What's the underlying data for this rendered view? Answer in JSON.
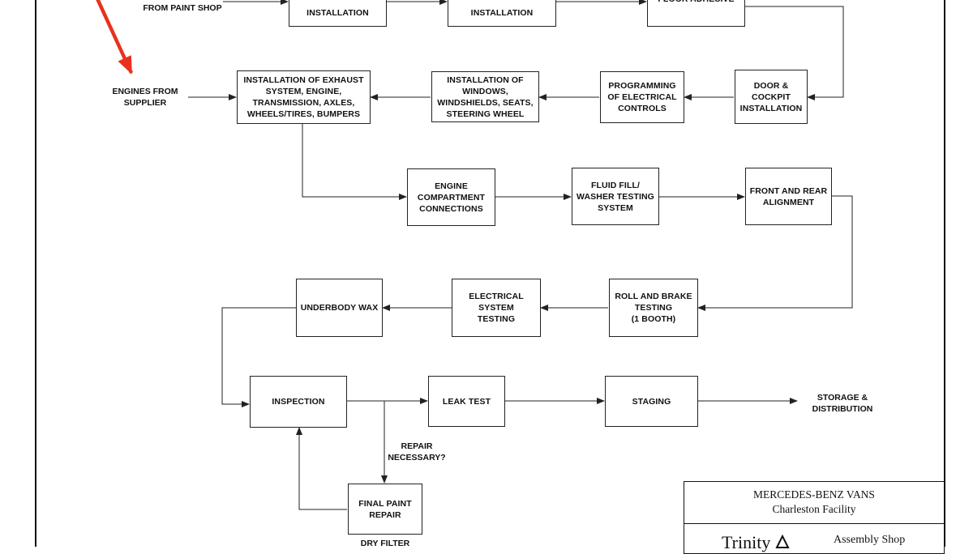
{
  "boxes": {
    "installation_a": "INSTALLATION",
    "installation_b": "INSTALLATION",
    "floor_adhesive": "FLOOR ADHESIVE",
    "exhaust_engine": "INSTALLATION OF EXHAUST\nSYSTEM, ENGINE,\nTRANSMISSION, AXLES,\nWHEELS/TIRES, BUMPERS",
    "windows_seats": "INSTALLATION OF\nWINDOWS,\nWINDSHIELDS, SEATS,\nSTEERING WHEEL",
    "programming": "PROGRAMMING\nOF ELECTRICAL\nCONTROLS",
    "door_cockpit": "DOOR &\nCOCKPIT\nINSTALLATION",
    "engine_compartment": "ENGINE\nCOMPARTMENT\nCONNECTIONS",
    "fluid_fill": "FLUID FILL/\nWASHER TESTING\nSYSTEM",
    "alignment": "FRONT AND REAR\nALIGNMENT",
    "underbody_wax": "UNDERBODY WAX",
    "electrical_testing": "ELECTRICAL SYSTEM\nTESTING",
    "roll_brake": "ROLL AND BRAKE\nTESTING\n(1 BOOTH)",
    "inspection": "INSPECTION",
    "leak_test": "LEAK TEST",
    "staging": "STAGING",
    "final_paint": "FINAL PAINT\nREPAIR"
  },
  "labels": {
    "from_paint_shop": "FROM PAINT SHOP",
    "engines_from_supplier": "ENGINES FROM\nSUPPLIER",
    "storage_distribution": "STORAGE &\nDISTRIBUTION",
    "repair_necessary": "REPAIR\nNECESSARY?",
    "dry_filter": "DRY FILTER"
  },
  "title_block": {
    "company": "MERCEDES-BENZ VANS",
    "facility": "Charleston Facility",
    "logo_text": "Trinity",
    "sheet_title": "Assembly Shop"
  },
  "colors": {
    "line": "#222222",
    "callout_arrow": "#e8321e"
  }
}
